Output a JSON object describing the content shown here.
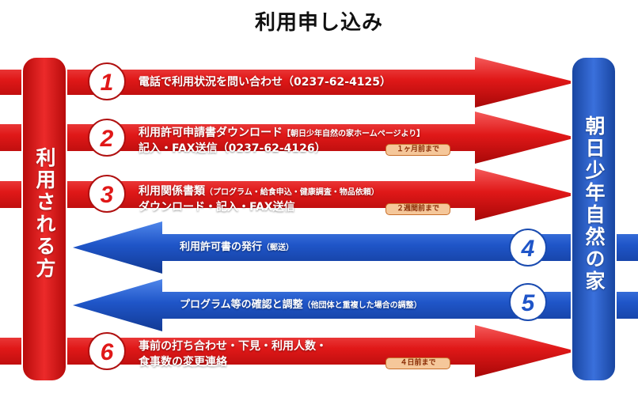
{
  "title": "利用申し込み",
  "left_party": "利用される方",
  "right_party": "朝日少年自然の家",
  "colors": {
    "red_arrow": "#e11a1a",
    "blue_arrow": "#1f55c8",
    "badge_fill": "#f5c79a"
  },
  "steps": [
    {
      "num": "1",
      "direction": "to-right",
      "line1": "電話で利用状況を問い合わせ（0237-62-4125）",
      "note1": "",
      "line2": "",
      "badge": ""
    },
    {
      "num": "2",
      "direction": "to-right",
      "line1": "利用許可申請書ダウンロード",
      "note1": "【朝日少年自然の家ホームページより】",
      "line2": "記入・FAX送信（0237-62-4126）",
      "badge": "１ヶ月前まで"
    },
    {
      "num": "3",
      "direction": "to-right",
      "line1": "利用関係書類",
      "note1": "（プログラム・給食申込・健康調査・物品依頼）",
      "line2": "ダウンロード・記入・FAX送信",
      "badge": "２週間前まで"
    },
    {
      "num": "4",
      "direction": "to-left",
      "line1": "利用許可書の発行",
      "note1": "（郵送）",
      "line2": "",
      "badge": ""
    },
    {
      "num": "5",
      "direction": "to-left",
      "line1": "プログラム等の確認と調整",
      "note1": "（他団体と重複した場合の調整）",
      "line2": "",
      "badge": ""
    },
    {
      "num": "6",
      "direction": "to-right",
      "line1": "事前の打ち合わせ・下見・利用人数・",
      "note1": "",
      "line2": "食事数の変更連絡",
      "badge": "４日前まで"
    }
  ]
}
